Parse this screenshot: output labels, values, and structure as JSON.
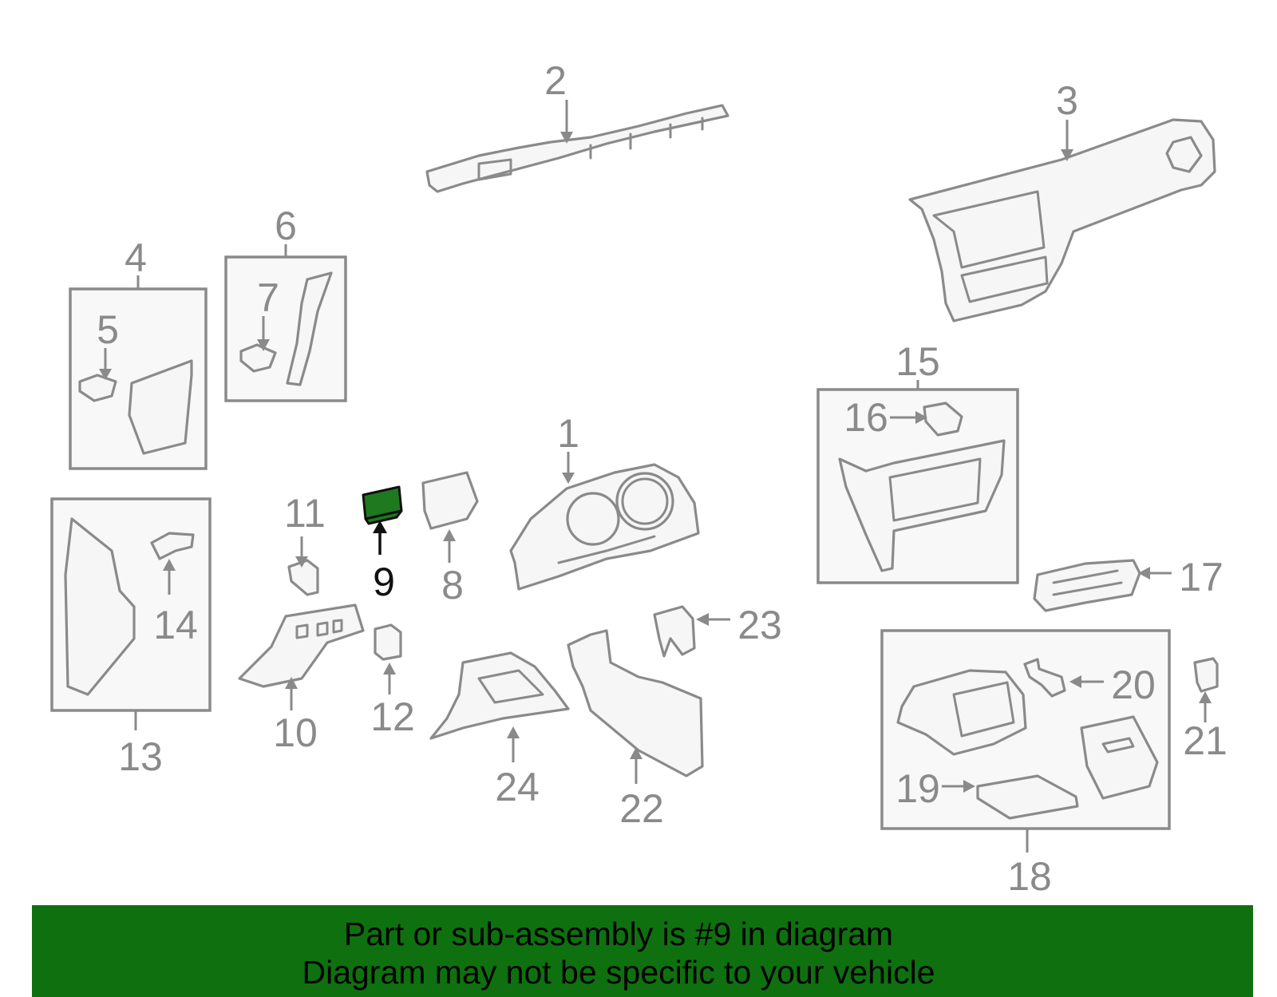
{
  "diagram": {
    "highlighted_part": "9",
    "highlight_color": "#1f7a1f",
    "labels": {
      "p1": "1",
      "p2": "2",
      "p3": "3",
      "p4": "4",
      "p5": "5",
      "p6": "6",
      "p7": "7",
      "p8": "8",
      "p9": "9",
      "p10": "10",
      "p11": "11",
      "p12": "12",
      "p13": "13",
      "p14": "14",
      "p15": "15",
      "p16": "16",
      "p17": "17",
      "p18": "18",
      "p19": "19",
      "p20": "20",
      "p21": "21",
      "p22": "22",
      "p23": "23",
      "p24": "24"
    }
  },
  "banner": {
    "line1": "Part or sub-assembly is #9 in diagram",
    "line2": "Diagram may not be specific to your vehicle",
    "background": "#0f700f"
  }
}
